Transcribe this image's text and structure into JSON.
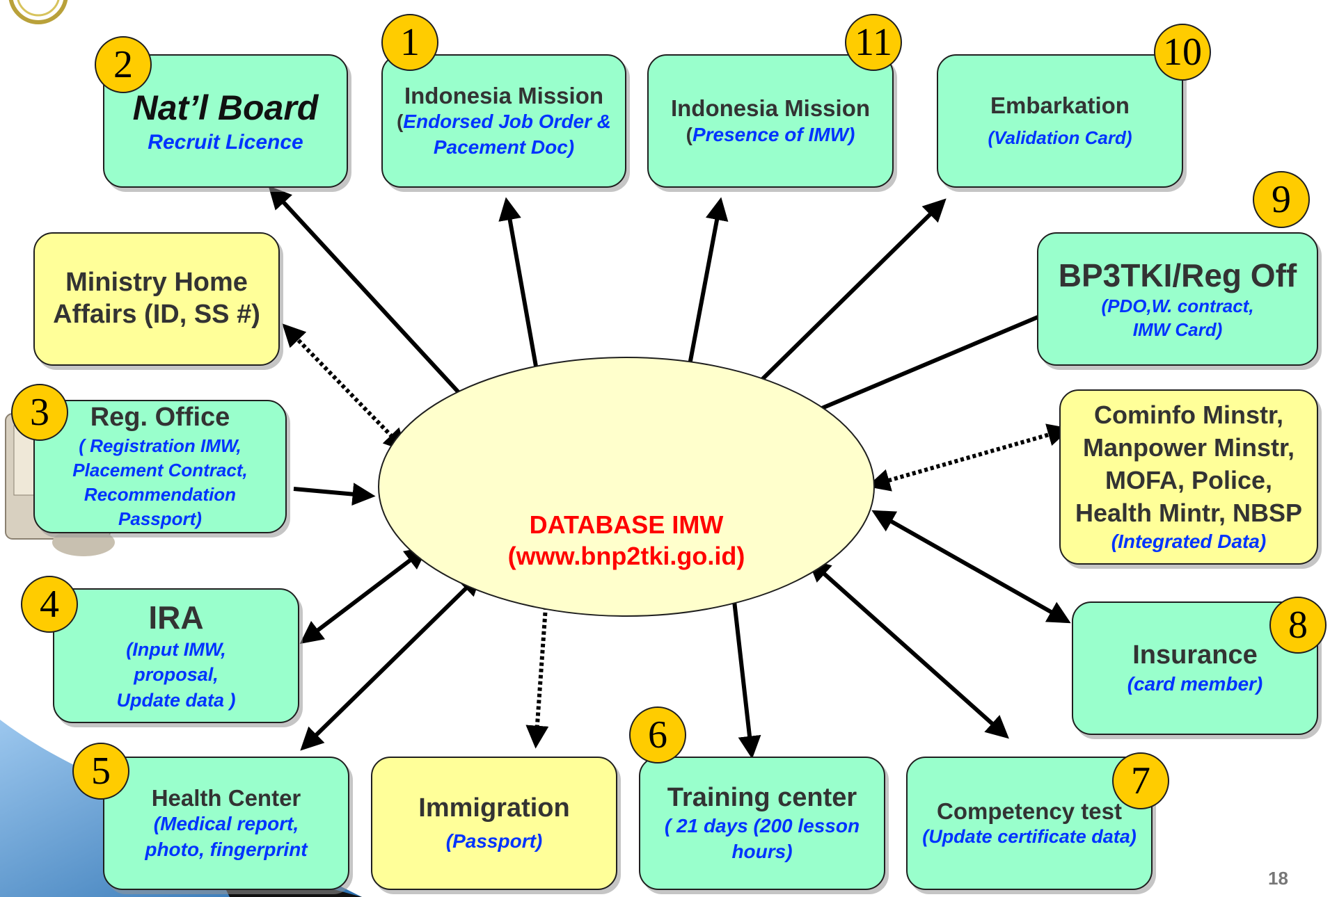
{
  "center": {
    "title": "DATABASE IMW",
    "subtitle": "(www.bnp2tki.go.id)"
  },
  "boxes": {
    "natl_board": {
      "badge": "2",
      "title": "Nat’l Board",
      "sub": "Recruit Licence"
    },
    "indo_mission_1": {
      "badge": "1",
      "title": "Indonesia Mission",
      "sub_open": "(",
      "sub": "Endorsed Job Order & Pacement Doc)"
    },
    "indo_mission_11": {
      "badge": "11",
      "title": "Indonesia Mission",
      "sub_open": "(",
      "sub": "Presence of IMW)"
    },
    "embarkation": {
      "badge": "10",
      "title": "Embarkation",
      "sub": "(Validation Card)"
    },
    "bp3tki": {
      "badge": "9",
      "title": "BP3TKI/Reg Off",
      "sub": "(PDO,W. contract, IMW Card)"
    },
    "ministry_home": {
      "title": "Ministry Home Affairs (ID, SS #)"
    },
    "reg_office": {
      "badge": "3",
      "title": "Reg. Office",
      "sub": "( Registration IMW, Placement Contract, Recommendation Passport)"
    },
    "cominfo": {
      "title": "Cominfo Minstr, Manpower Minstr, MOFA, Police, Health Mintr, NBSP",
      "sub": "(Integrated Data)"
    },
    "ira": {
      "badge": "4",
      "title": "IRA",
      "sub": "(Input IMW, proposal, Update data )"
    },
    "insurance": {
      "badge": "8",
      "title": "Insurance",
      "sub": "(card member)"
    },
    "health_center": {
      "badge": "5",
      "title": "Health Center",
      "sub": "(Medical report, photo, fingerprint"
    },
    "immigration": {
      "title": "Immigration",
      "sub": "(Passport)"
    },
    "training_center": {
      "badge": "6",
      "title": "Training center",
      "sub": "( 21 days (200 lesson hours)"
    },
    "competency_test": {
      "badge": "7",
      "title": "Competency test",
      "sub": "(Update certificate data)"
    }
  },
  "page_number": "18",
  "colors": {
    "green_box": "#99ffcc",
    "yellow_box": "#ffff99",
    "badge": "#ffcc00",
    "ellipse": "#ffffcc",
    "center_text": "#ff0000",
    "sub_text": "#0033ff",
    "title_text": "#333333",
    "deco_blue": "#2a6fb0"
  }
}
